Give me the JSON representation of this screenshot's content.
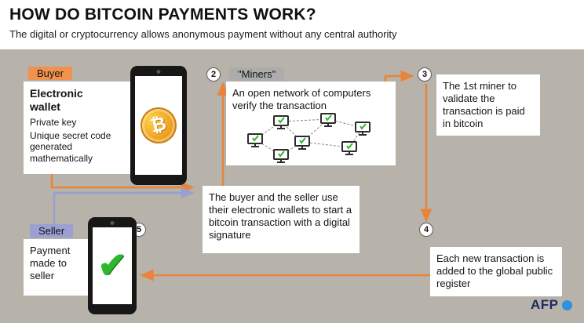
{
  "header": {
    "title": "HOW DO BITCOIN PAYMENTS WORK?",
    "subtitle": "The digital or cryptocurrency allows anonymous payment without any central authority"
  },
  "steps": {
    "two": "2",
    "three": "3",
    "four": "4",
    "five": "5"
  },
  "buyer": {
    "badge": "Buyer",
    "heading": "Electronic wallet",
    "subheading": "Private key",
    "description": "Unique secret code generated mathematically"
  },
  "miners": {
    "badge": "\"Miners\"",
    "description": "An open network of computers verify the transaction"
  },
  "first_miner": {
    "description": "The 1st miner to validate the transaction is paid in bitcoin"
  },
  "transaction": {
    "description": "The buyer and the seller use their electronic wallets to start a bitcoin transaction with a digital signature"
  },
  "register": {
    "description": "Each new transaction is added to the global public register"
  },
  "seller": {
    "badge": "Seller",
    "description": "Payment made to seller"
  },
  "symbols": {
    "bitcoin": "₿",
    "check": "✔"
  },
  "brand": {
    "name": "AFP"
  },
  "colors": {
    "background": "#b7b3aa",
    "panel": "#ffffff",
    "buyer_orange": "#f0914c",
    "seller_purple": "#9b9fd2",
    "miners_gray": "#acacac",
    "arrow_orange": "#e8843c",
    "arrow_purple": "#9a9ed1",
    "bitcoin_gold": "#f0a220",
    "check_green": "#2eb82e",
    "afp_navy": "#1b2a63",
    "afp_blue": "#2f8fe0"
  }
}
